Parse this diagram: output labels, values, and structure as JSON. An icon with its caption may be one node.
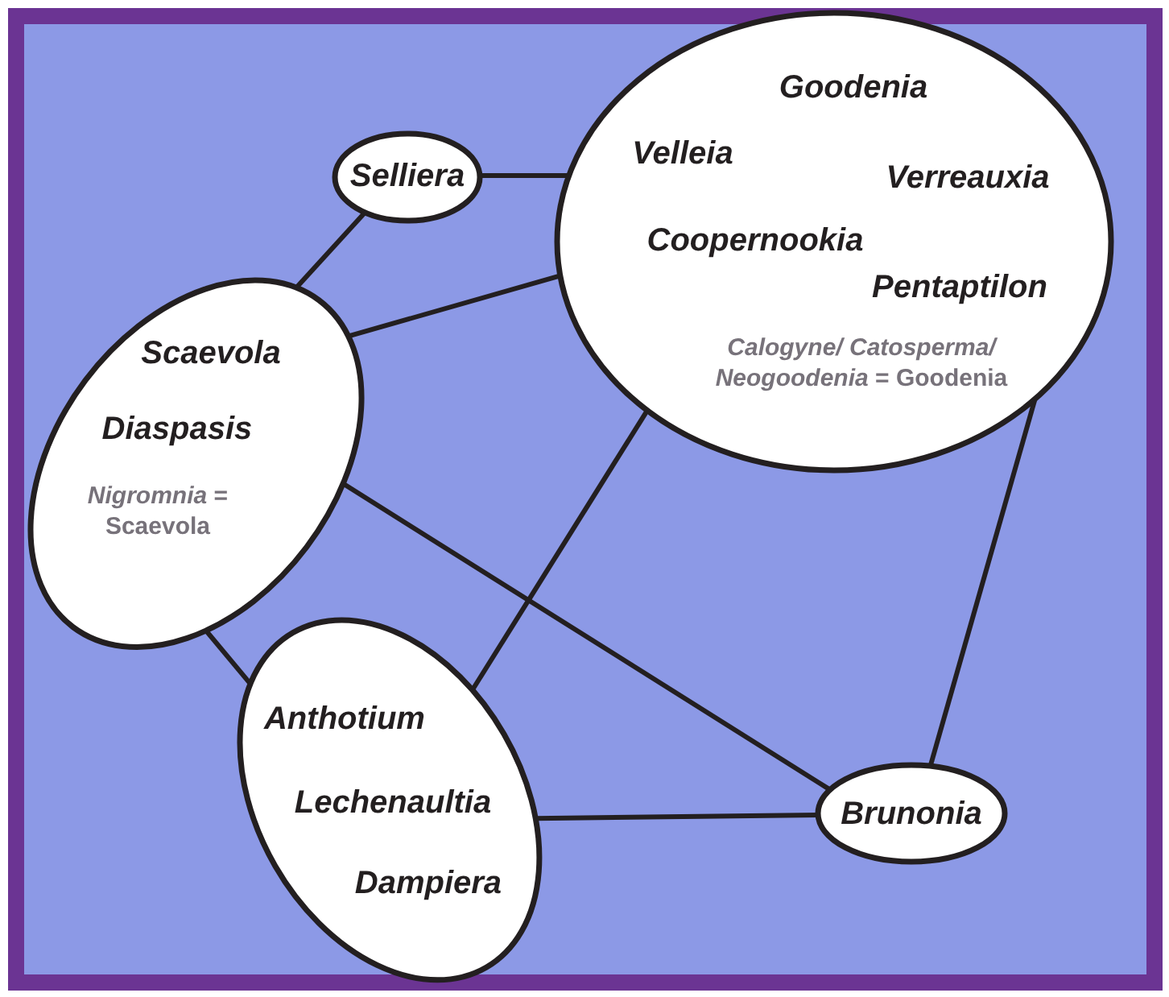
{
  "diagram": {
    "nodes": [
      {
        "text": [
          "Selliera"
        ]
      },
      {
        "text": [
          "Goodenia",
          "Velleia",
          "Verreauxia",
          "Coopernookia",
          "Pentaptilon",
          "*Calogyne/ Catosperma/ Neogoodenia* = **Goodenia**"
        ]
      },
      {
        "text": [
          "Scaevola",
          "Diaspasis",
          "*Nigromnia* = **Scaevola**"
        ]
      },
      {
        "text": [
          "Anthotium",
          "Lechenaultia",
          "Dampiera"
        ]
      },
      {
        "text": [
          "Brunonia"
        ]
      }
    ],
    "edges": [
      {
        "from": 0,
        "to": 1,
        "arrow": "none"
      },
      {
        "from": 0,
        "to": 2,
        "arrow": "none"
      },
      {
        "from": 2,
        "to": 1,
        "arrow": "none"
      },
      {
        "from": 2,
        "to": 4,
        "arrow": "none"
      },
      {
        "from": 2,
        "to": 3,
        "arrow": "none"
      },
      {
        "from": 3,
        "to": 1,
        "arrow": "none"
      },
      {
        "from": 3,
        "to": 4,
        "arrow": "none"
      },
      {
        "from": 1,
        "to": 4,
        "arrow": "none"
      }
    ]
  }
}
